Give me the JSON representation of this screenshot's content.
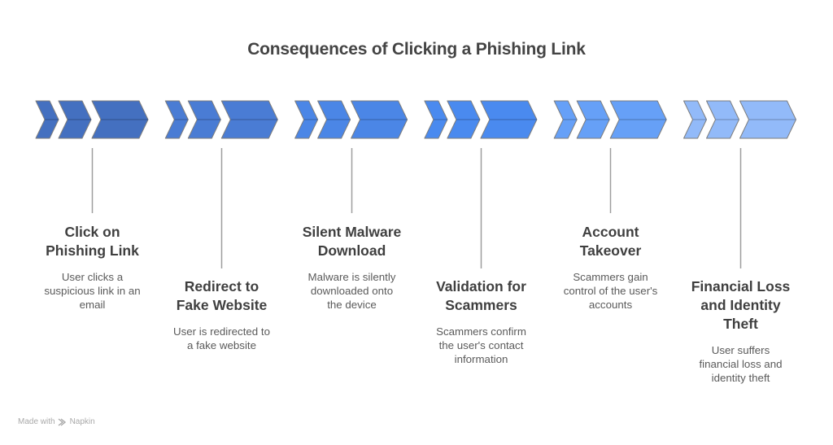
{
  "title": "Consequences of Clicking a Phishing Link",
  "steps": [
    {
      "title": "Click on Phishing Link",
      "title_lines": [
        "Click on",
        "Phishing Link"
      ],
      "description_lines": [
        "User clicks a",
        "suspicious link in an",
        "email"
      ],
      "color": "#4470c0",
      "label_position": "top"
    },
    {
      "title": "Redirect to Fake Website",
      "title_lines": [
        "Redirect to",
        "Fake Website"
      ],
      "description_lines": [
        "User is redirected to",
        "a fake website"
      ],
      "color": "#4a7cd4",
      "label_position": "bottom"
    },
    {
      "title": "Silent Malware Download",
      "title_lines": [
        "Silent Malware",
        "Download"
      ],
      "description_lines": [
        "Malware is silently",
        "downloaded onto",
        "the device"
      ],
      "color": "#4b86e6",
      "label_position": "top"
    },
    {
      "title": "Validation for Scammers",
      "title_lines": [
        "Validation for",
        "Scammers"
      ],
      "description_lines": [
        "Scammers confirm",
        "the user's contact",
        "information"
      ],
      "color": "#4a8aef",
      "label_position": "bottom"
    },
    {
      "title": "Account Takeover",
      "title_lines": [
        "Account",
        "Takeover"
      ],
      "description_lines": [
        "Scammers gain",
        "control of the user's",
        "accounts"
      ],
      "color": "#66a0f7",
      "label_position": "top"
    },
    {
      "title": "Financial Loss and Identity Theft",
      "title_lines": [
        "Financial Loss",
        "and Identity",
        "Theft"
      ],
      "description_lines": [
        "User suffers",
        "financial loss and",
        "identity theft"
      ],
      "color": "#92baf9",
      "label_position": "bottom"
    }
  ],
  "colors": {
    "chevron_outline": "#7d7d7d",
    "connector": "#9e9e9e",
    "title_text": "#444444",
    "body_text": "#5a5a5a"
  },
  "footer": {
    "made_with": "Made with",
    "brand": "Napkin",
    "brand_icon": "napkin-logo-icon"
  }
}
